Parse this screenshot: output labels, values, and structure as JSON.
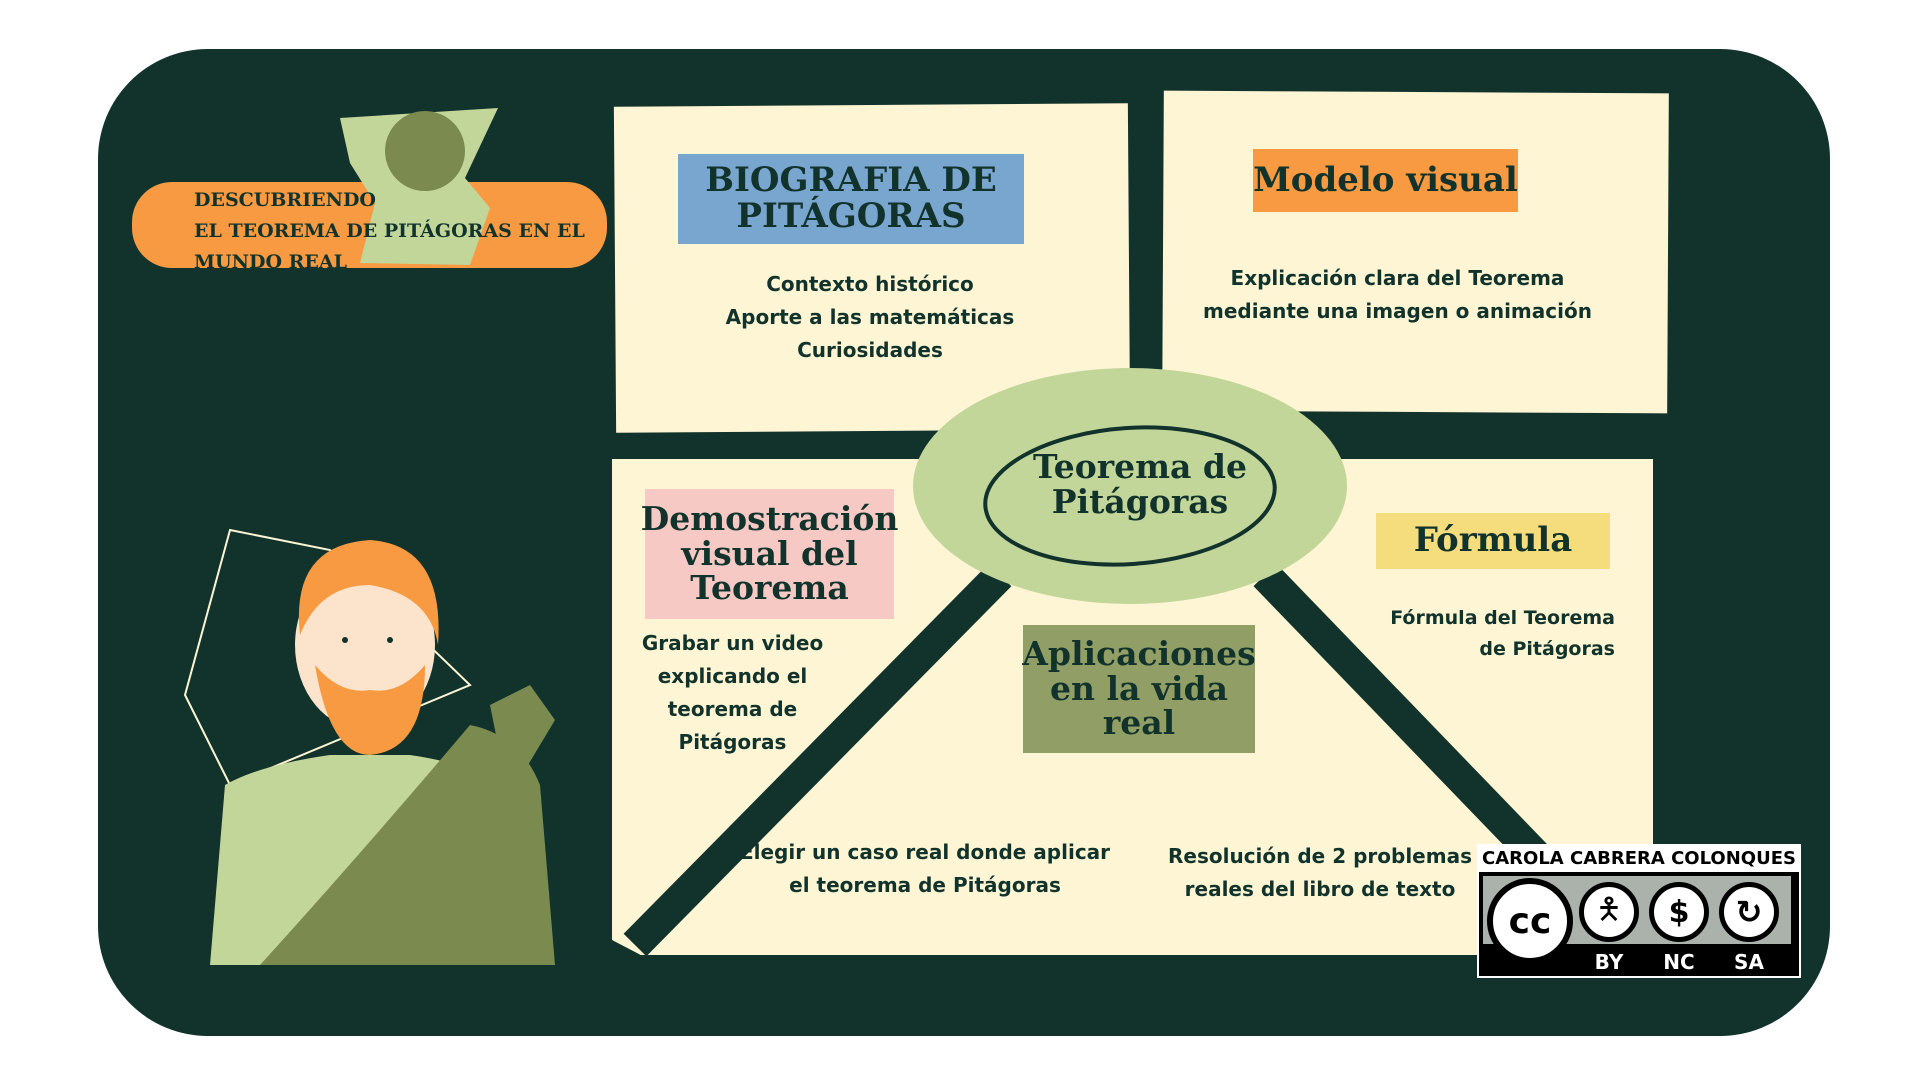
{
  "header": {
    "line1": "DESCUBRIENDO",
    "line2": "EL TEOREMA DE PITÁGORAS EN EL",
    "line3": "MUNDO REAL"
  },
  "center": {
    "title": "Teorema de Pitágoras"
  },
  "biografia": {
    "title": "BIOGRAFIA DE PITÁGORAS",
    "items": [
      "Contexto histórico",
      "Aporte a las matemáticas",
      "Curiosidades"
    ]
  },
  "modelo": {
    "title": "Modelo visual",
    "text": "Explicación clara del Teorema mediante una imagen o animación"
  },
  "demostracion": {
    "title": "Demostración visual del Teorema",
    "text": "Grabar un video explicando el teorema de Pitágoras"
  },
  "formula": {
    "title": "Fórmula",
    "text": "Fórmula del Teorema de Pitágoras"
  },
  "aplicaciones": {
    "title": "Aplicaciones en la vida real",
    "text1": "Elegir un caso real donde aplicar el teorema de Pitágoras",
    "text2": "Resolución de 2 problemas reales del libro de texto"
  },
  "license": {
    "author": "CAROLA CABRERA COLONQUES",
    "cc": "cc",
    "by": "BY",
    "nc": "NC",
    "sa": "SA"
  },
  "colors": {
    "dark": "#12332c",
    "cream": "#fdf5d4",
    "blue": "#79a6cf",
    "orange": "#f79a41",
    "pink": "#f7c9c5",
    "yellow": "#f5dc7c",
    "olive": "#919f66",
    "lightgreen": "#c3d69a"
  }
}
